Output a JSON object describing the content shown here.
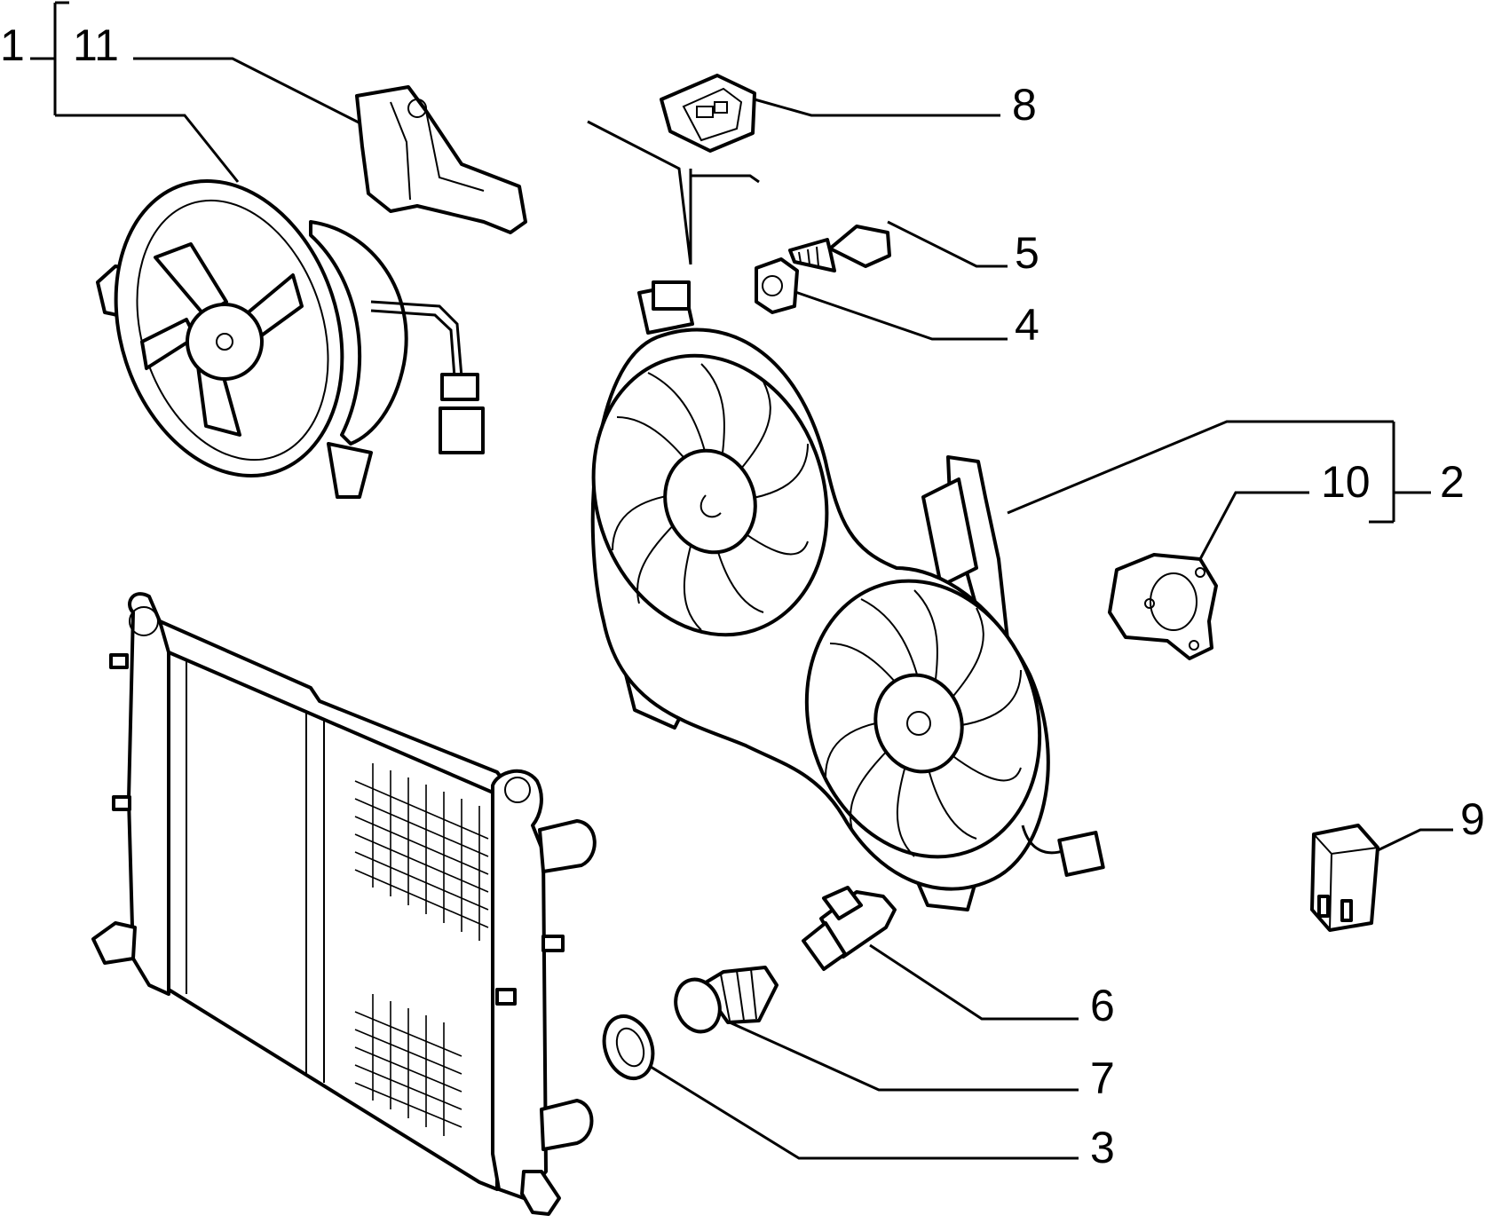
{
  "callouts": {
    "c1": "1",
    "c11": "11",
    "c8": "8",
    "c5": "5",
    "c4": "4",
    "c10": "10",
    "c2": "2",
    "c9": "9",
    "c6": "6",
    "c7": "7",
    "c3": "3"
  },
  "icons": {
    "single_fan": "fan-assembly-icon",
    "double_fan": "twin-fan-shroud-icon",
    "radiator": "radiator-icon",
    "connector": "connector-icon",
    "relay": "relay-icon",
    "sensor": "temperature-sensor-icon"
  }
}
